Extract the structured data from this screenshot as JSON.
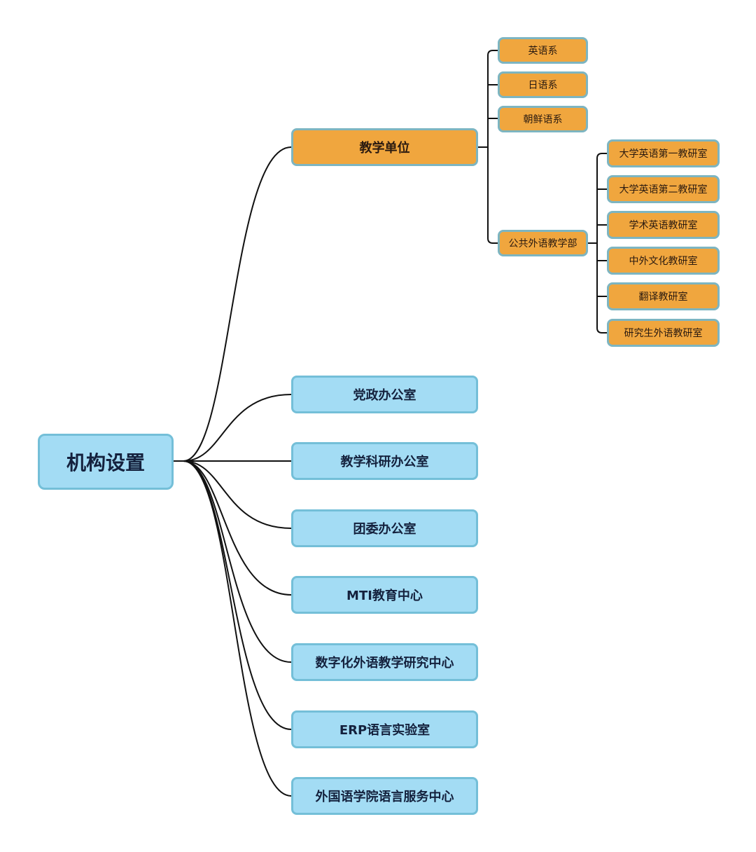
{
  "root": {
    "label": "机构设置"
  },
  "teaching_units": {
    "label": "教学单位",
    "departments": [
      {
        "label": "英语系"
      },
      {
        "label": "日语系"
      },
      {
        "label": "朝鲜语系"
      }
    ],
    "public_foreign_language": {
      "label": "公共外语教学部",
      "sections": [
        {
          "label": "大学英语第一教研室"
        },
        {
          "label": "大学英语第二教研室"
        },
        {
          "label": "学术英语教研室"
        },
        {
          "label": "中外文化教研室"
        },
        {
          "label": "翻译教研室"
        },
        {
          "label": "研究生外语教研室"
        }
      ]
    }
  },
  "offices": [
    {
      "label": "党政办公室"
    },
    {
      "label": "教学科研办公室"
    },
    {
      "label": "团委办公室"
    },
    {
      "label": "MTI教育中心"
    },
    {
      "label": "数字化外语教学研究中心"
    },
    {
      "label": "ERP语言实验室"
    },
    {
      "label": "外国语学院语言服务中心"
    }
  ],
  "colors": {
    "root_fill": "#a3dcf4",
    "office_fill": "#a3dcf4",
    "teaching_fill": "#f0a63e",
    "border": "#74bfd8",
    "connector": "#111111"
  }
}
